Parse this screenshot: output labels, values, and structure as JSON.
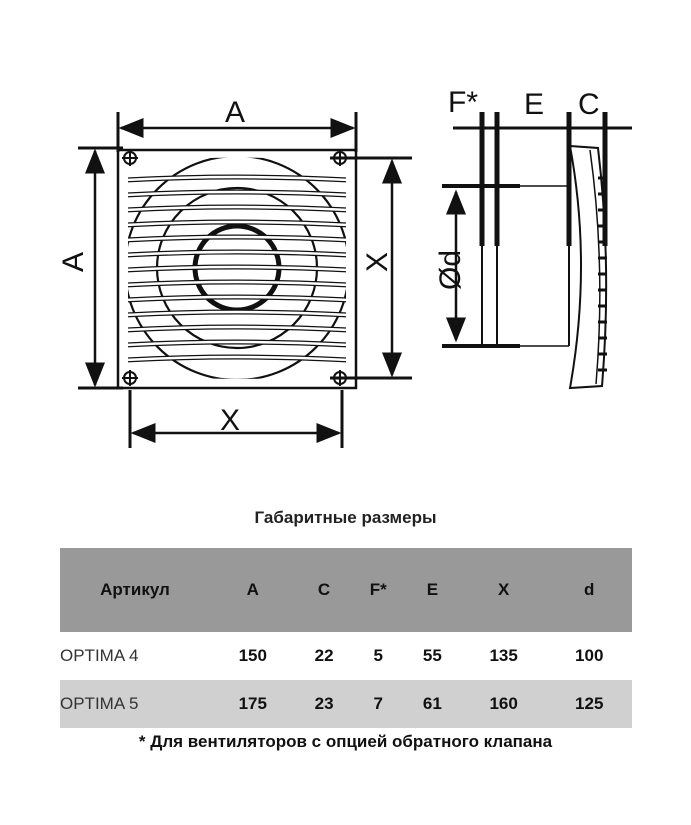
{
  "drawing": {
    "labels": {
      "front_top": "A",
      "front_left": "A",
      "front_right": "X",
      "front_bottom": "X",
      "side_f": "F*",
      "side_e": "E",
      "side_c": "C",
      "side_d": "Ød"
    }
  },
  "title": "Габаритные размеры",
  "table": {
    "headers": [
      "Артикул",
      "A",
      "C",
      "F*",
      "E",
      "X",
      "d"
    ],
    "rows": [
      [
        "OPTIMA 4",
        "150",
        "22",
        "5",
        "55",
        "135",
        "100"
      ],
      [
        "OPTIMA 5",
        "175",
        "23",
        "7",
        "61",
        "160",
        "125"
      ]
    ]
  },
  "footnote": "* Для вентиляторов с опцией обратного клапана"
}
